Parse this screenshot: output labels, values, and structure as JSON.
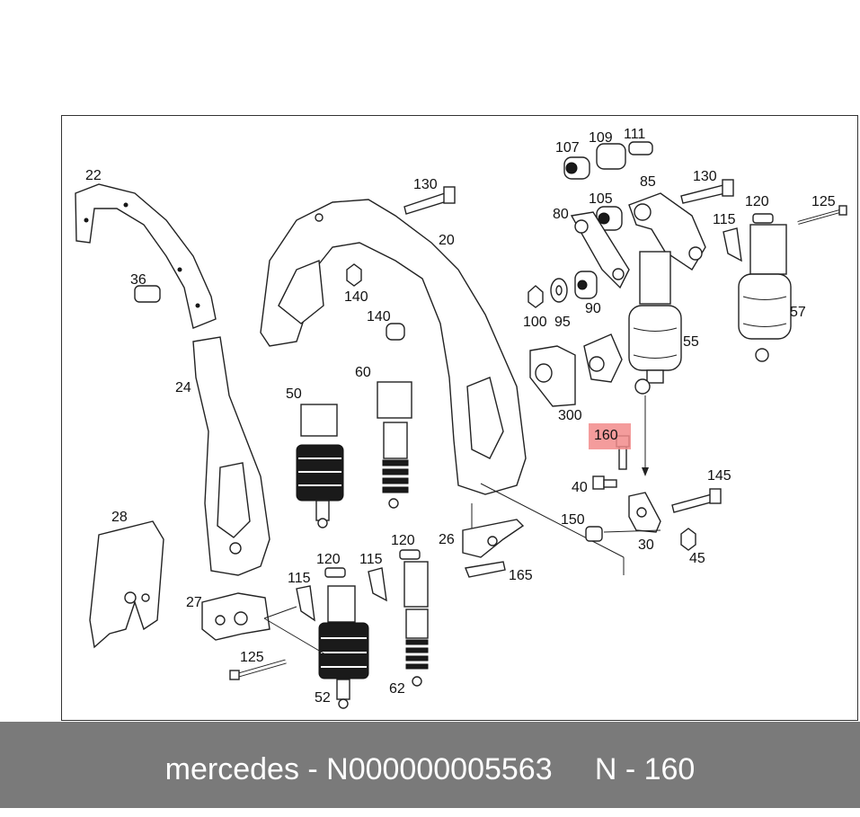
{
  "callouts": {
    "c22": "22",
    "c36": "36",
    "c24": "24",
    "c28": "28",
    "c27": "27",
    "c125a": "125",
    "c130a": "130",
    "c20": "20",
    "c140a": "140",
    "c140b": "140",
    "c50": "50",
    "c60": "60",
    "c120a": "120",
    "c115a": "115",
    "c115b": "115",
    "c120b": "120",
    "c52": "52",
    "c62": "62",
    "c26": "26",
    "c165": "165",
    "c107": "107",
    "c109": "109",
    "c111": "111",
    "c105": "105",
    "c80": "80",
    "c85": "85",
    "c130b": "130",
    "c120c": "120",
    "c125b": "125",
    "c115c": "115",
    "c100": "100",
    "c95": "95",
    "c90": "90",
    "c57": "57",
    "c55": "55",
    "c300": "300",
    "c160": "160",
    "c40": "40",
    "c145": "145",
    "c150": "150",
    "c30": "30",
    "c45": "45"
  },
  "highlight": {
    "color": "#f28b8b",
    "part": "160"
  },
  "footer": {
    "text": "mercedes - N000000005563     N - 160"
  }
}
